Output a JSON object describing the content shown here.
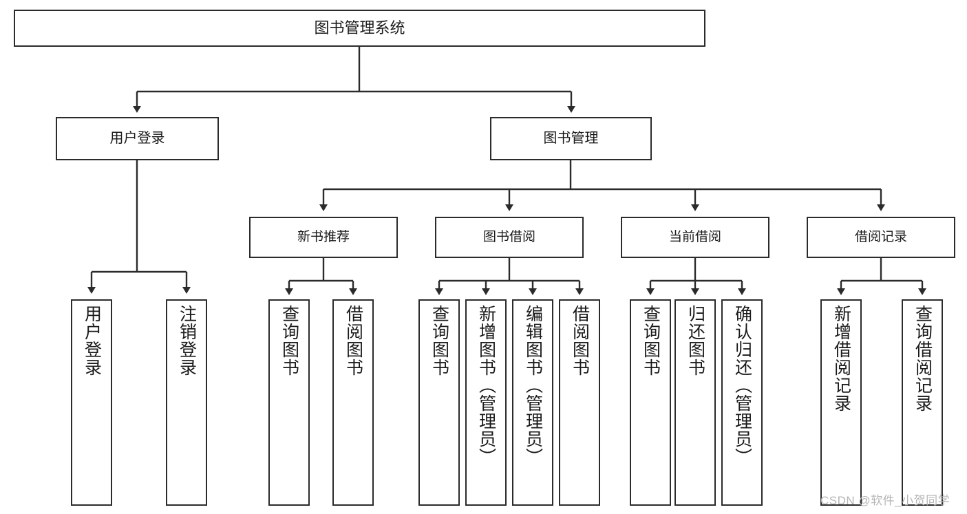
{
  "diagram": {
    "type": "tree-hierarchy-chart",
    "title": "图书管理系统",
    "root": {
      "label": "图书管理系统"
    },
    "level2": [
      {
        "label": "用户登录"
      },
      {
        "label": "图书管理"
      }
    ],
    "level3": [
      {
        "label": "新书推荐"
      },
      {
        "label": "图书借阅"
      },
      {
        "label": "当前借阅"
      },
      {
        "label": "借阅记录"
      }
    ],
    "leaves": {
      "login": [
        {
          "label": "用户登录"
        },
        {
          "label": "注销登录"
        }
      ],
      "newbook": [
        {
          "label": "查询图书"
        },
        {
          "label": "借阅图书"
        }
      ],
      "borrow": [
        {
          "label": "查询图书"
        },
        {
          "label": "新增图书（管理员）"
        },
        {
          "label": "编辑图书（管理员）"
        },
        {
          "label": "借阅图书"
        }
      ],
      "current": [
        {
          "label": "查询图书"
        },
        {
          "label": "归还图书"
        },
        {
          "label": "确认归还（管理员）"
        }
      ],
      "record": [
        {
          "label": "新增借阅记录"
        },
        {
          "label": "查询借阅记录"
        }
      ]
    },
    "colors": {
      "stroke": "#2b2b2b",
      "background": "#ffffff",
      "text": "#1a1a1a",
      "watermark": "#b6b6b6"
    }
  },
  "watermark": {
    "text": "CSDN @软件_小贺同学"
  }
}
